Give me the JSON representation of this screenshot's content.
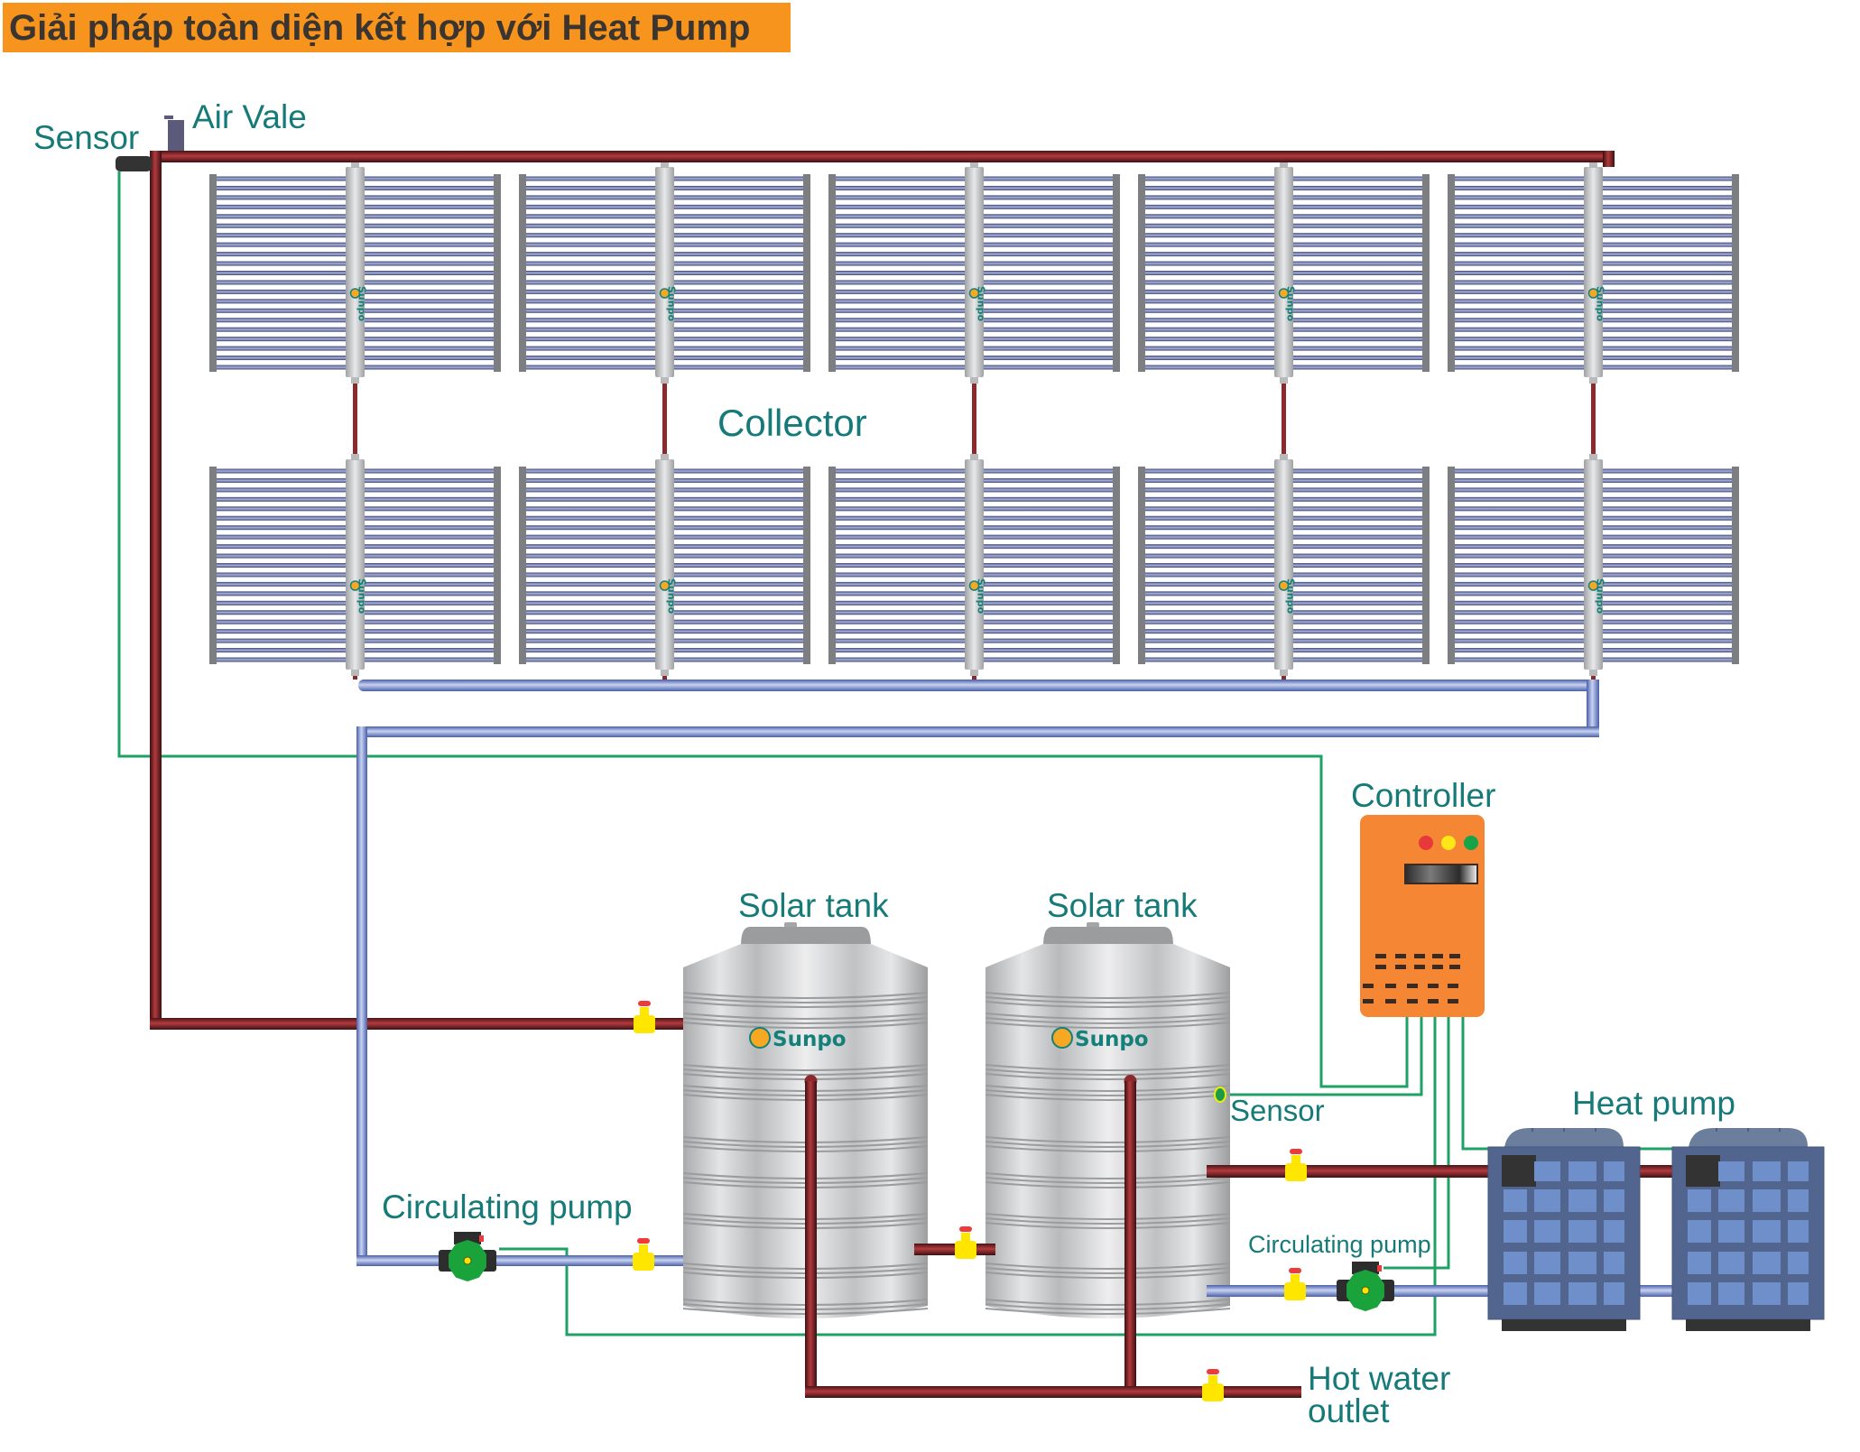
{
  "title": "Giải pháp toàn diện kết hợp với Heat Pump",
  "colors": {
    "title_bg": "#f7941d",
    "label": "#167a78",
    "hot_pipe": "#8b2a2c",
    "cold_pipe": "#6b84c6",
    "wire": "#1fa065",
    "controller": "#f58634",
    "heat_pump_body": "#52658e",
    "heat_pump_panel": "#6f8fca",
    "valve": "#ffe600",
    "valve_handle": "#ee3a3a",
    "pump": "#1aa33b"
  },
  "labels": {
    "sensor_top": "Sensor",
    "air_vale": "Air Vale",
    "collector": "Collector",
    "controller": "Controller",
    "solar_tank_1": "Solar tank",
    "solar_tank_2": "Solar tank",
    "tank_brand_1": "Sunpo",
    "tank_brand_2": "Sunpo",
    "sensor_tank": "Sensor",
    "heat_pump": "Heat pump",
    "circulating_pump_main": "Circulating pump",
    "circulating_pump_hp": "Circulating pump",
    "hot_water_line1": "Hot water",
    "hot_water_line2": "outlet"
  },
  "collector": {
    "brand": "Sunpo",
    "columns": 5,
    "rows": 2,
    "tubes_per_side": 21
  },
  "controller": {
    "indicator_lights": [
      "#e8393a",
      "#ffe617",
      "#16a34a"
    ]
  },
  "heat_pumps": {
    "count": 2,
    "panel_rows": 5,
    "panel_cols": 4
  }
}
